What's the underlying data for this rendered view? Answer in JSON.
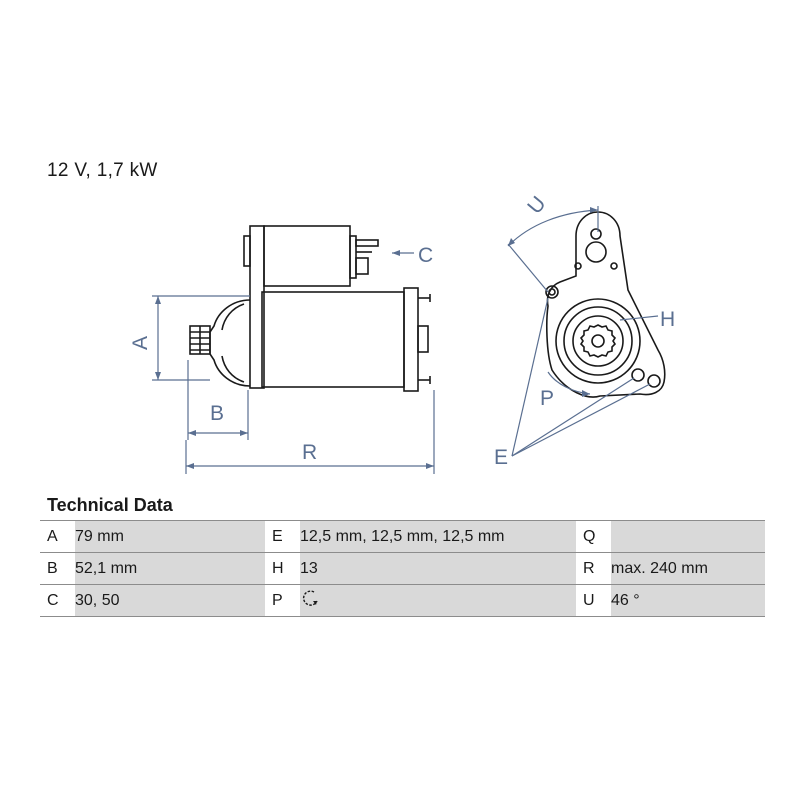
{
  "header": {
    "spec": "12 V, 1,7 kW"
  },
  "drawing": {
    "labels": {
      "A": "A",
      "B": "B",
      "C": "C",
      "R": "R",
      "U": "U",
      "H": "H",
      "P": "P",
      "E": "E"
    }
  },
  "technical": {
    "title": "Technical Data",
    "rows": [
      [
        {
          "key": "A",
          "value": "79 mm"
        },
        {
          "key": "E",
          "value": "12,5 mm, 12,5 mm, 12,5 mm"
        },
        {
          "key": "Q",
          "value": ""
        }
      ],
      [
        {
          "key": "B",
          "value": "52,1 mm"
        },
        {
          "key": "H",
          "value": "13"
        },
        {
          "key": "R",
          "value": "max. 240 mm"
        }
      ],
      [
        {
          "key": "C",
          "value": "30, 50"
        },
        {
          "key": "P",
          "value": "",
          "icon": "rotation-clockwise-icon"
        },
        {
          "key": "U",
          "value": "46 °"
        }
      ]
    ]
  },
  "colors": {
    "dimension_line": "#5a6f91",
    "drawing_line": "#1a1a1a",
    "value_cell": "#d9d9d9"
  }
}
